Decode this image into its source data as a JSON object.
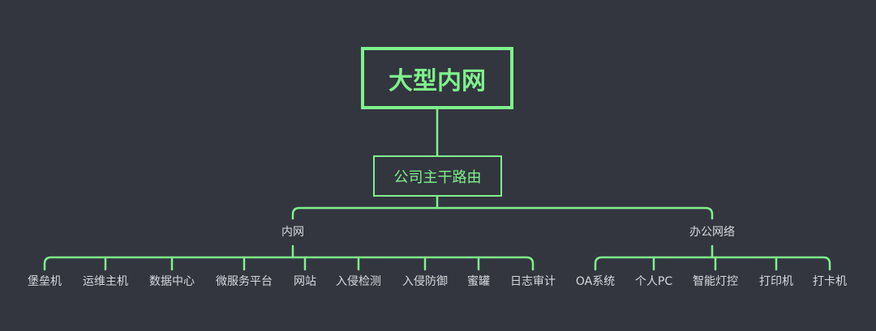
{
  "colors": {
    "background": "#33363f",
    "line": "#7ef28c",
    "text": "#d7d9de"
  },
  "root": {
    "label": "大型内网"
  },
  "trunk": {
    "label": "公司主干路由"
  },
  "branches": [
    {
      "label": "内网",
      "children": [
        "堡垒机",
        "运维主机",
        "数据中心",
        "微服务平台",
        "网站",
        "入侵检测",
        "入侵防御",
        "蜜罐",
        "日志审计"
      ]
    },
    {
      "label": "办公网络",
      "children": [
        "OA系统",
        "个人PC",
        "智能灯控",
        "打印机",
        "打卡机"
      ]
    }
  ]
}
